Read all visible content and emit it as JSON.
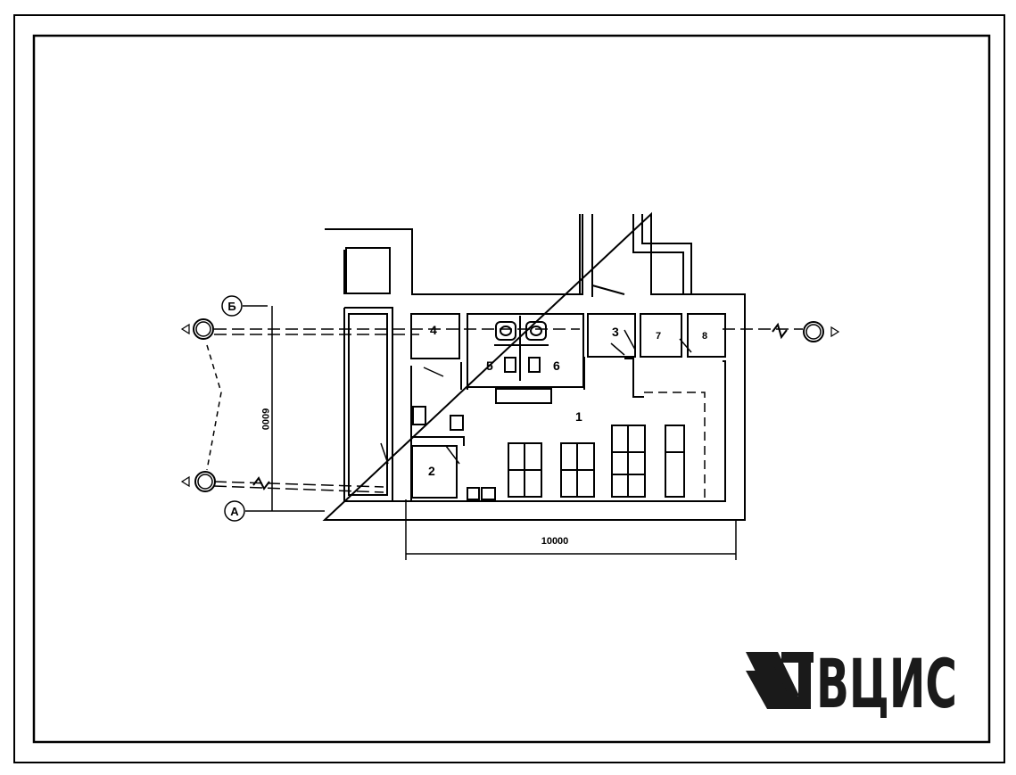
{
  "drawing": {
    "axes": {
      "top": "Б",
      "bottom": "А"
    },
    "dimensions": {
      "width": "10000",
      "height": "6000"
    },
    "rooms": {
      "r1": "1",
      "r2": "2",
      "r3": "3",
      "r4": "4",
      "r5": "5",
      "r6": "6",
      "r7": "7",
      "r8": "8"
    }
  },
  "logo": {
    "text": "ВЦИС",
    "mark": "logo-mark-icon"
  },
  "colors": {
    "line": "#000000",
    "logo": "#1a1a1a"
  }
}
